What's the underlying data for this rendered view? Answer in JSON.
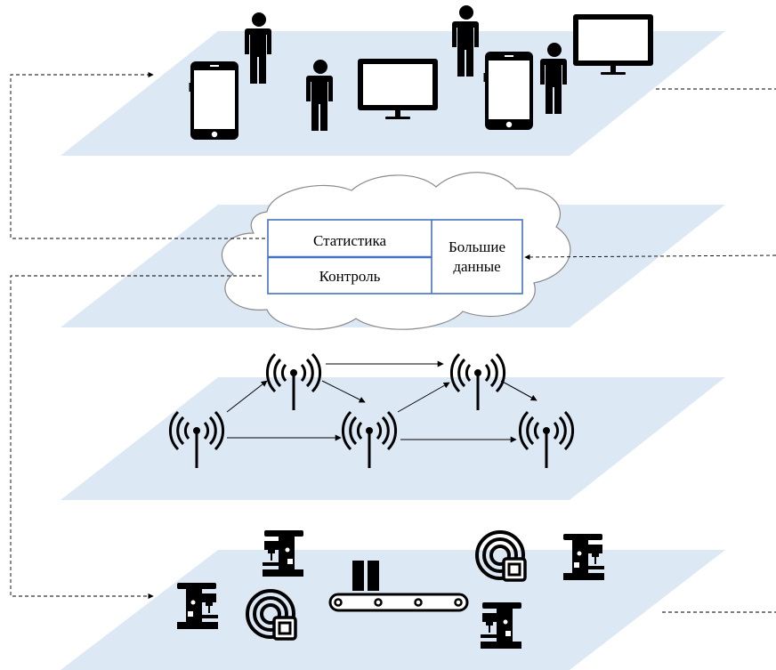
{
  "cloud_box": {
    "stat_label": "Статистика",
    "control_label": "Контроль",
    "bigdata_line1": "Большие",
    "bigdata_line2": "данные"
  },
  "colors": {
    "plane": "#dde8f5",
    "cloud_stroke": "#8a8a8a",
    "box_border": "#4472c4",
    "icon": "#000000"
  }
}
